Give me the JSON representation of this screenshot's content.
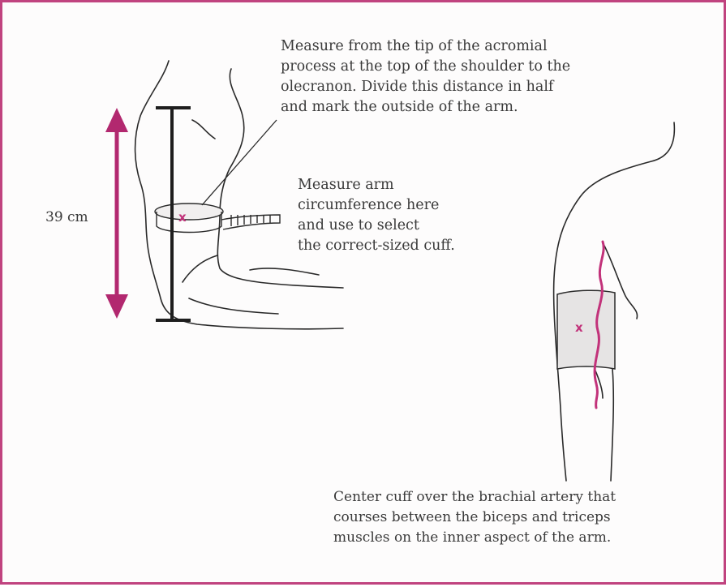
{
  "colors": {
    "frame": "#c0437f",
    "accent": "#c2327a",
    "line": "#2a2a2a"
  },
  "figure": {
    "measure_label": "39 cm",
    "acromial_note": [
      "Measure from the tip of the acromial",
      "process at the top of the shoulder to the",
      "olecranon. Divide this distance in half",
      "and mark the outside of the arm."
    ],
    "circumference_note": [
      "Measure arm",
      "circumference here",
      "and use to select",
      "the correct-sized cuff."
    ],
    "center_note": [
      "Center cuff over the brachial artery that",
      "courses between the biceps and triceps",
      "muscles on the inner aspect of the arm."
    ],
    "midpoint_mark": "x",
    "cuff_mark": "x"
  }
}
